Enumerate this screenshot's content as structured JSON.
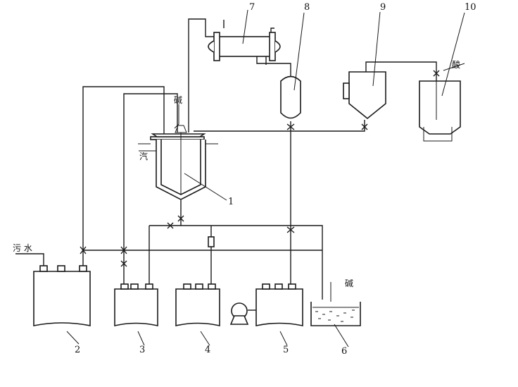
{
  "labels": {
    "n1": "1",
    "n2": "2",
    "n3": "3",
    "n4": "4",
    "n5": "5",
    "n6": "6",
    "n7": "7",
    "n8": "8",
    "n9": "9",
    "n10": "10",
    "wastewater": "污 水",
    "steam": "汽",
    "alkali_reactor": "碱",
    "alkali_pit": "碱",
    "acid": "酸"
  },
  "colors": {
    "line": "#1a1a1a",
    "background": "#ffffff"
  }
}
